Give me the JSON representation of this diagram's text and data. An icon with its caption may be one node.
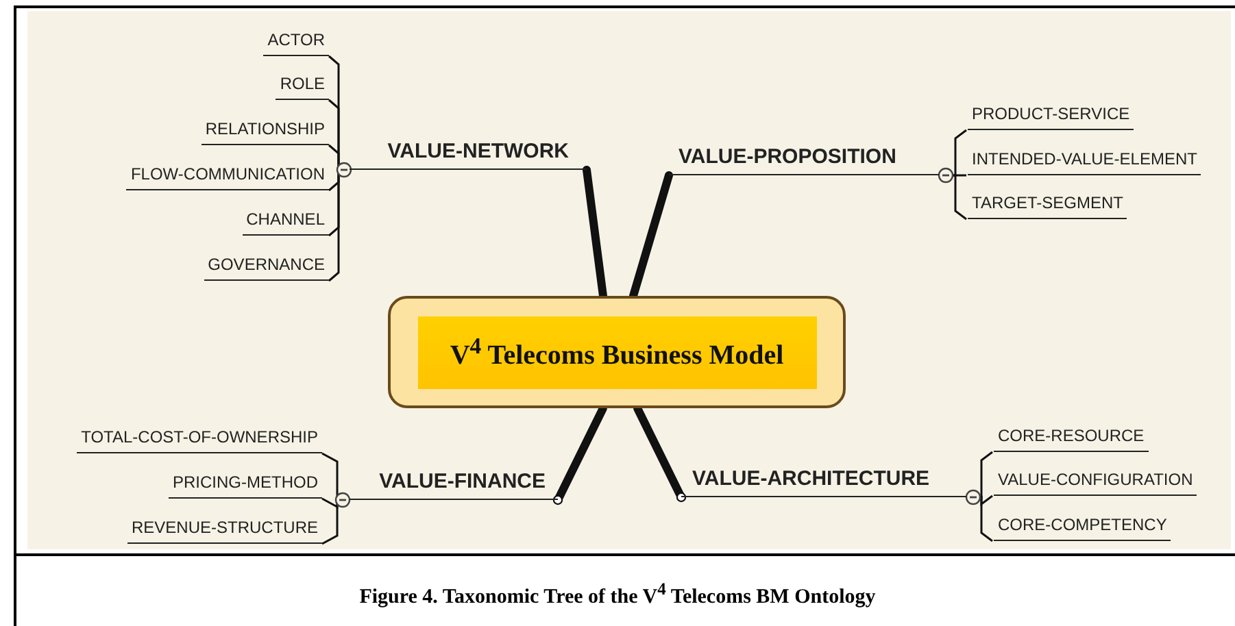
{
  "diagram": {
    "caption": "Figure 4.  Taxonomic Tree of the V$^{4}$ Telecoms BM Ontology",
    "nodes": [
      {
        "text": [
          "V$^{4}$ Telecoms Business Model"
        ]
      },
      {
        "text": [
          "VALUE-NETWORK"
        ]
      },
      {
        "text": [
          "VALUE-PROPOSITION"
        ]
      },
      {
        "text": [
          "VALUE-FINANCE"
        ]
      },
      {
        "text": [
          "VALUE-ARCHITECTURE"
        ]
      },
      {
        "text": [
          "ACTOR"
        ]
      },
      {
        "text": [
          "ROLE"
        ]
      },
      {
        "text": [
          "RELATIONSHIP"
        ]
      },
      {
        "text": [
          "FLOW-COMMUNICATION"
        ]
      },
      {
        "text": [
          "CHANNEL"
        ]
      },
      {
        "text": [
          "GOVERNANCE"
        ]
      },
      {
        "text": [
          "PRODUCT-SERVICE"
        ]
      },
      {
        "text": [
          "INTENDED-VALUE-ELEMENT"
        ]
      },
      {
        "text": [
          "TARGET-SEGMENT"
        ]
      },
      {
        "text": [
          "TOTAL-COST-OF-OWNERSHIP"
        ]
      },
      {
        "text": [
          "PRICING-METHOD"
        ]
      },
      {
        "text": [
          "REVENUE-STRUCTURE"
        ]
      },
      {
        "text": [
          "CORE-RESOURCE"
        ]
      },
      {
        "text": [
          "VALUE-CONFIGURATION"
        ]
      },
      {
        "text": [
          "CORE-COMPETENCY"
        ]
      }
    ],
    "edges": [
      {
        "from": 0,
        "to": 1,
        "arrow": "other",
        "style": "thick"
      },
      {
        "from": 0,
        "to": 2,
        "arrow": "other",
        "style": "thick"
      },
      {
        "from": 0,
        "to": 3,
        "arrow": "other",
        "style": "thick"
      },
      {
        "from": 0,
        "to": 4,
        "arrow": "other",
        "style": "thick"
      },
      {
        "from": 1,
        "to": 5,
        "arrow": "none"
      },
      {
        "from": 1,
        "to": 6,
        "arrow": "none"
      },
      {
        "from": 1,
        "to": 7,
        "arrow": "none"
      },
      {
        "from": 1,
        "to": 8,
        "arrow": "none"
      },
      {
        "from": 1,
        "to": 9,
        "arrow": "none"
      },
      {
        "from": 1,
        "to": 10,
        "arrow": "none"
      },
      {
        "from": 2,
        "to": 11,
        "arrow": "none"
      },
      {
        "from": 2,
        "to": 12,
        "arrow": "none"
      },
      {
        "from": 2,
        "to": 13,
        "arrow": "none"
      },
      {
        "from": 3,
        "to": 14,
        "arrow": "none"
      },
      {
        "from": 3,
        "to": 15,
        "arrow": "none"
      },
      {
        "from": 3,
        "to": 16,
        "arrow": "none"
      },
      {
        "from": 4,
        "to": 17,
        "arrow": "none"
      },
      {
        "from": 4,
        "to": 18,
        "arrow": "none"
      },
      {
        "from": 4,
        "to": 19,
        "arrow": "none"
      }
    ]
  }
}
